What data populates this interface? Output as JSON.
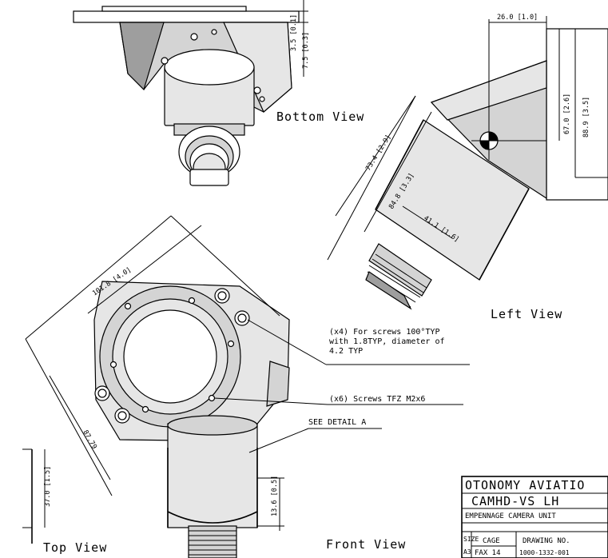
{
  "views": {
    "bottom": "Bottom View",
    "left": "Left View",
    "top": "Top View",
    "front": "Front View"
  },
  "dimensions": {
    "d_3_5": "3.5 [0.1]",
    "d_7_5": "7.5 [0.3]",
    "d_26_0": "26.0 [1.0]",
    "d_67_0": "67.0 [2.6]",
    "d_88_9": "88.9 [3.5]",
    "d_73_4": "73.4 [2.9]",
    "d_84_8": "84.8 [3.3]",
    "d_41_1": "41.1 [1.6]",
    "d_101_8": "101.8 [4.0]",
    "d_87_79": "87.79",
    "d_37_0": "37.0 [1.5]",
    "d_13_6": "13.6 [0.5]"
  },
  "notes": {
    "screws_x4_line1": "(x4) For screws 100°TYP",
    "screws_x4_line2": "with 1.8TYP, diameter of",
    "screws_x4_line3": "4.2 TYP",
    "screws_x6": "(x6) Screws TFZ M2x6",
    "detail": "SEE DETAIL A"
  },
  "title_block": {
    "company": "OTONOMY AVIATIO",
    "part": "CAMHD-VS LH",
    "description": "EMPENNAGE CAMERA UNIT",
    "size_label": "SIZE",
    "size_value": "A3",
    "cage_label": "CAGE",
    "cage_value": "FAX 14",
    "drawing_label": "DRAWING NO.",
    "drawing_value": "1000-1332-001"
  }
}
